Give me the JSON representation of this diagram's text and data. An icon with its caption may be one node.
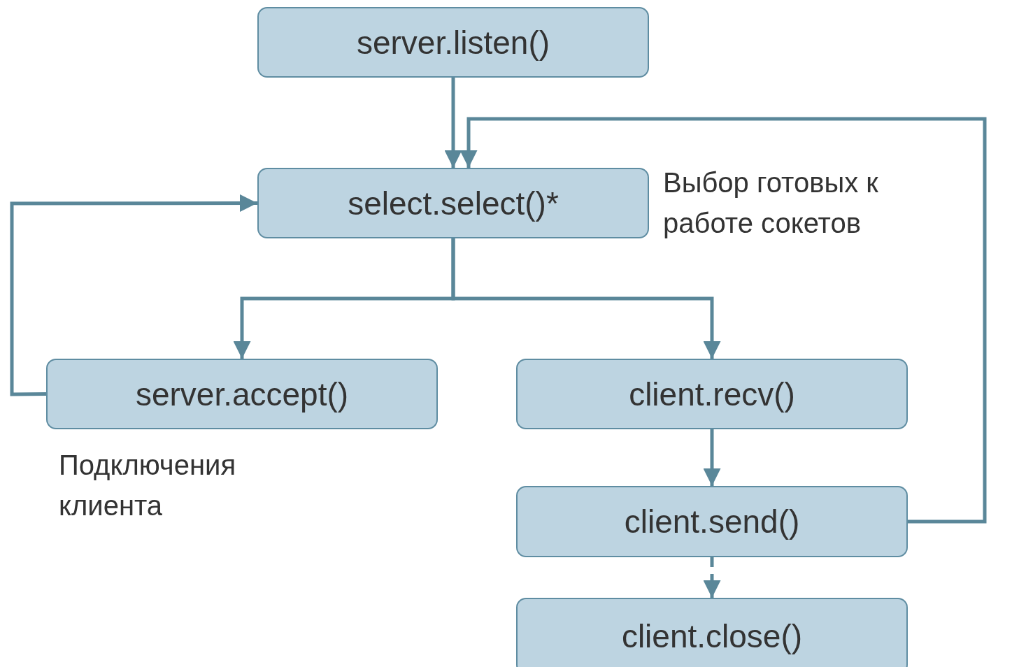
{
  "diagram": {
    "nodes": [
      {
        "text": [
          "server.listen()"
        ]
      },
      {
        "text": [
          "select.select()*"
        ],
        "beside": [
          "Выбор готовых к работе сокетов"
        ]
      },
      {
        "text": [
          "server.accept()"
        ],
        "beside": [
          "Подключения клиента"
        ]
      },
      {
        "text": [
          "client.recv()"
        ]
      },
      {
        "text": [
          "client.send()"
        ]
      },
      {
        "text": [
          "client.close()"
        ]
      }
    ],
    "edges": [
      {
        "from": 0,
        "to": 1,
        "arrow": "to"
      },
      {
        "from": 1,
        "to": 2,
        "arrow": "to"
      },
      {
        "from": 1,
        "to": 3,
        "arrow": "to"
      },
      {
        "from": 2,
        "to": 1,
        "arrow": "to"
      },
      {
        "from": 3,
        "to": 4,
        "arrow": "to"
      },
      {
        "from": 4,
        "to": 1,
        "arrow": "to"
      },
      {
        "from": 4,
        "to": 5,
        "arrow": "to",
        "style": "dashed"
      }
    ]
  }
}
